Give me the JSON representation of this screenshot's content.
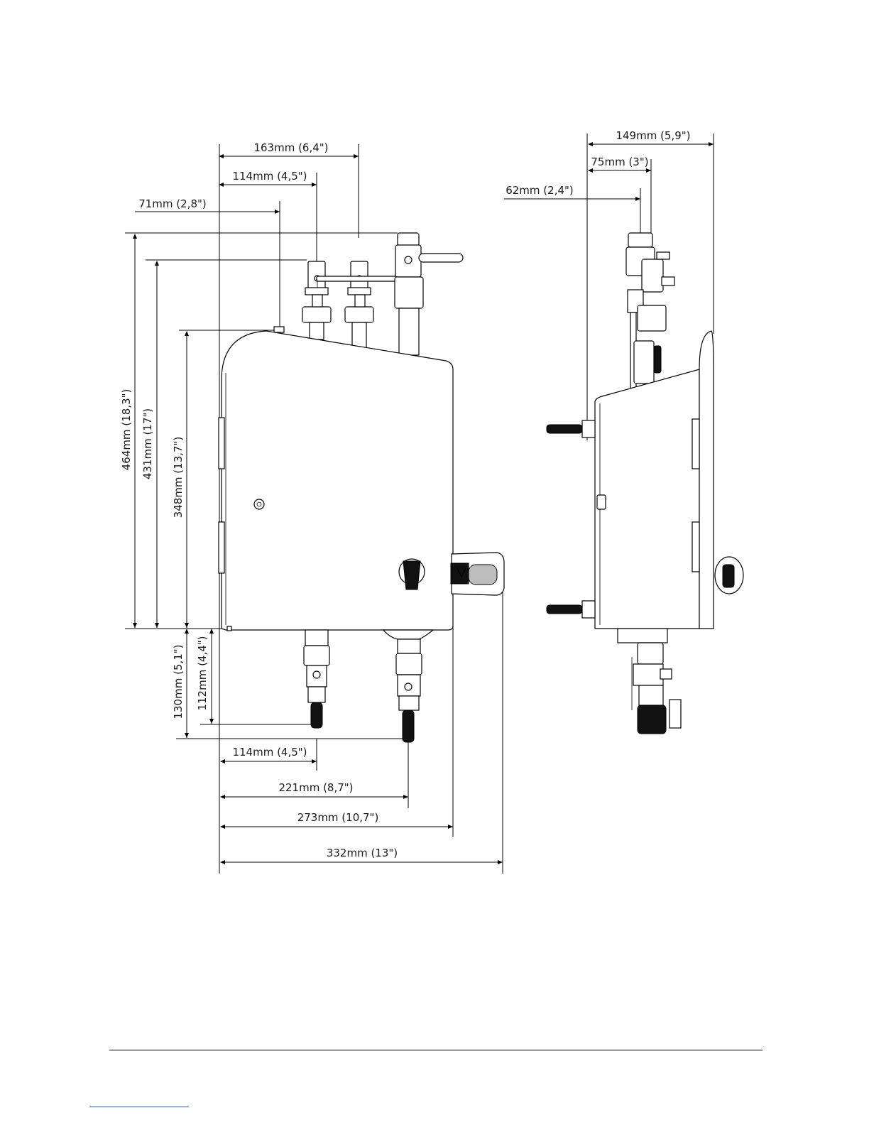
{
  "front_view": {
    "dim_top_163": "163mm (6,4\")",
    "dim_top_114": "114mm (4,5\")",
    "dim_top_71": "71mm (2,8\")",
    "dim_v_464": "464mm (18,3\")",
    "dim_v_431": "431mm (17\")",
    "dim_v_348": "348mm (13,7\")",
    "dim_v_130": "130mm (5,1\")",
    "dim_v_112": "112mm (4,4\")",
    "dim_bot_114": "114mm (4,5\")",
    "dim_bot_221": "221mm (8,7\")",
    "dim_bot_273": "273mm (10,7\")",
    "dim_bot_332": "332mm (13\")"
  },
  "side_view": {
    "dim_149": "149mm (5,9\")",
    "dim_75": "75mm (3\")",
    "dim_62": "62mm (2,4\")"
  },
  "colors": {
    "line": "#000000",
    "text": "#1a1a1a",
    "link_rule": "#3355cc"
  }
}
